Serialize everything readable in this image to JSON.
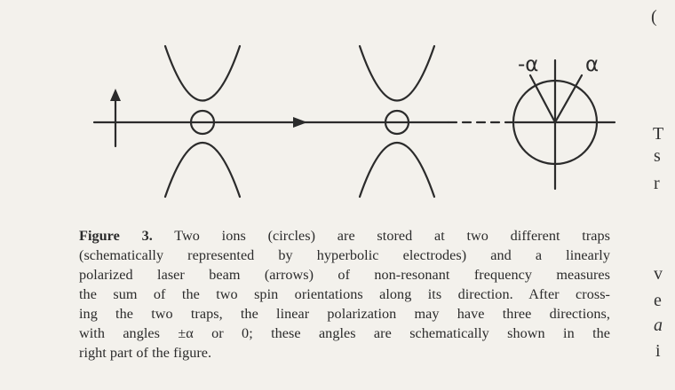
{
  "figure": {
    "alpha_neg_label": "-α",
    "alpha_pos_label": "α"
  },
  "caption": {
    "label": "Figure 3.",
    "lines": [
      " Two ions (circles) are stored at two different traps",
      "(schematically represented by hyperbolic electrodes) and a linearly",
      "polarized laser beam (arrows) of non-resonant frequency measures",
      "the sum of the two spin orientations along its direction. After cross-",
      "ing the two traps, the linear polarization may have three directions,",
      "with angles ±α or 0; these angles are schematically shown in the",
      "right part of the figure."
    ]
  },
  "margin_text": {
    "line1": "(",
    "line2": "T",
    "line3": "s",
    "line4": "r",
    "line5": "v",
    "line6": "e",
    "line7": "a",
    "line8": "i"
  }
}
